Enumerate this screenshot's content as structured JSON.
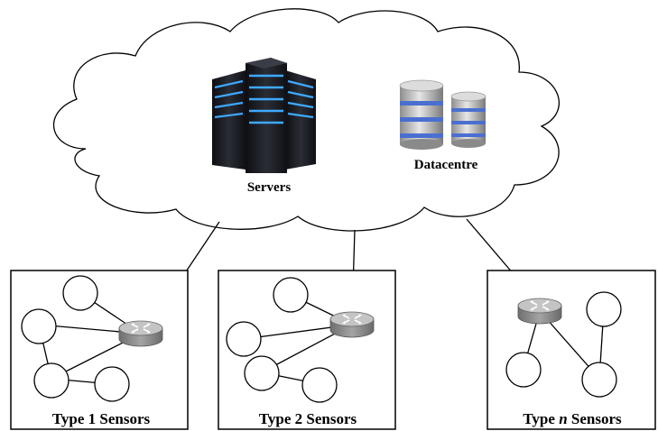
{
  "cloud": {
    "servers_label": "Servers",
    "datacentre_label": "Datacentre"
  },
  "boxes": [
    {
      "label_prefix": "Type ",
      "label_var": "1",
      "label_suffix": " Sensors",
      "var_italic": false
    },
    {
      "label_prefix": "Type ",
      "label_var": "2",
      "label_suffix": " Sensors",
      "var_italic": false
    },
    {
      "label_prefix": "Type ",
      "label_var": "n",
      "label_suffix": " Sensors",
      "var_italic": true
    }
  ],
  "icons": {
    "server": "server-rack-icon",
    "database": "database-cylinder-icon",
    "router": "router-icon"
  },
  "colors": {
    "server_light": "#3fa9ff",
    "server_body": "#1b1d22",
    "router_body": "#8a8a8a",
    "router_top": "#bcbcbc",
    "db_band": "#4a6fd0"
  }
}
